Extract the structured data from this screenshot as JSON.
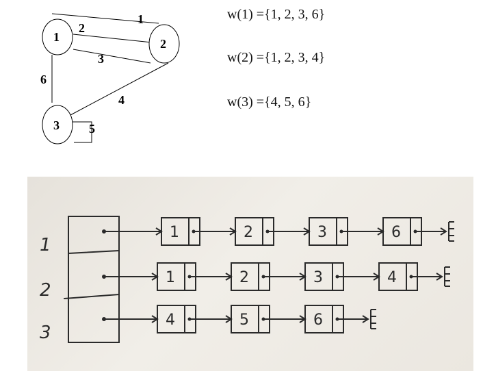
{
  "graph": {
    "nodes": [
      {
        "id": "1",
        "label": "1"
      },
      {
        "id": "2",
        "label": "2"
      },
      {
        "id": "3",
        "label": "3"
      }
    ],
    "edges": [
      {
        "id": "1",
        "from": "1",
        "to": "2"
      },
      {
        "id": "2",
        "from": "1",
        "to": "2"
      },
      {
        "id": "3",
        "from": "1",
        "to": "2"
      },
      {
        "id": "4",
        "from": "3",
        "to": "2"
      },
      {
        "id": "5",
        "from": "3",
        "to": "3"
      },
      {
        "id": "6",
        "from": "1",
        "to": "3"
      }
    ]
  },
  "weight_sets": [
    "w(1) ={1, 2, 3, 6}",
    "w(2) ={1, 2, 3, 4}",
    "w(3) ={4, 5, 6}"
  ],
  "adjacency_list": {
    "rows": [
      {
        "label": "1",
        "items": [
          "1",
          "2",
          "3",
          "6"
        ]
      },
      {
        "label": "2",
        "items": [
          "1",
          "2",
          "3",
          "4"
        ]
      },
      {
        "label": "3",
        "items": [
          "4",
          "5",
          "6"
        ]
      }
    ],
    "colors": {
      "ink": "#2a2a2a",
      "paper": "#ebe7e0"
    }
  }
}
